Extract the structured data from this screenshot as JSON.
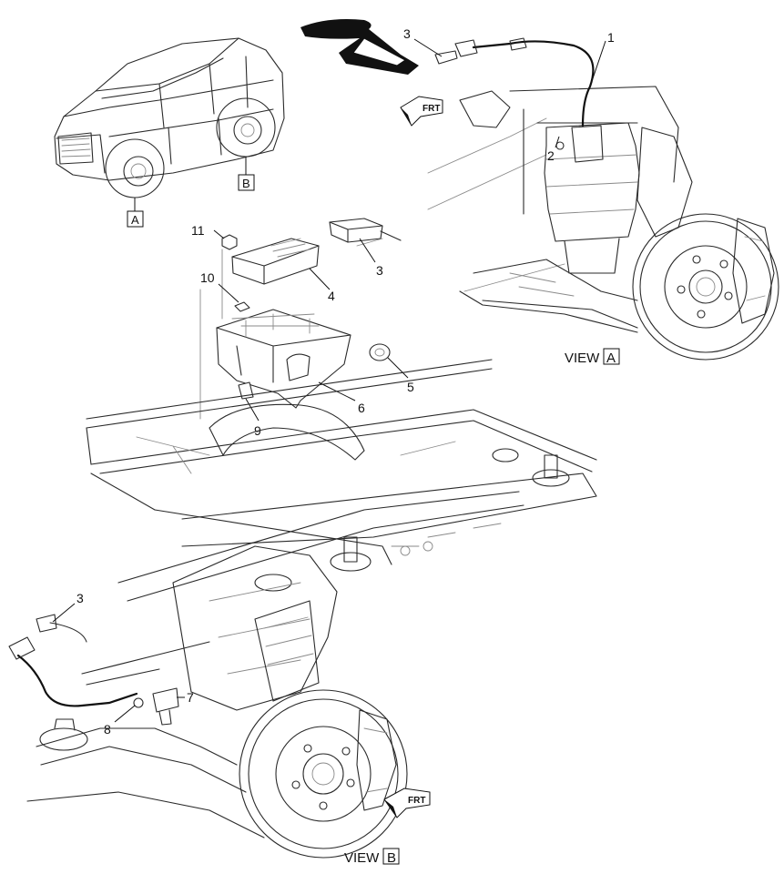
{
  "callouts": {
    "c1": "1",
    "c2": "2",
    "c3_top": "3",
    "c3_a": "3",
    "c4": "4",
    "c5": "5",
    "c6": "6",
    "c7": "7",
    "c8": "8",
    "c9": "9",
    "c10": "10",
    "c11": "11",
    "c3_b": "3"
  },
  "detail_markers": {
    "a": "A",
    "b": "B"
  },
  "views": {
    "a_word": "VIEW",
    "a_box": "A",
    "b_word": "VIEW",
    "b_box": "B"
  },
  "direction": {
    "top": "FRT",
    "bottom": "FRT"
  },
  "colors": {
    "line": "#2a2a2a",
    "light_line": "#8a8a8a",
    "background": "#ffffff"
  }
}
